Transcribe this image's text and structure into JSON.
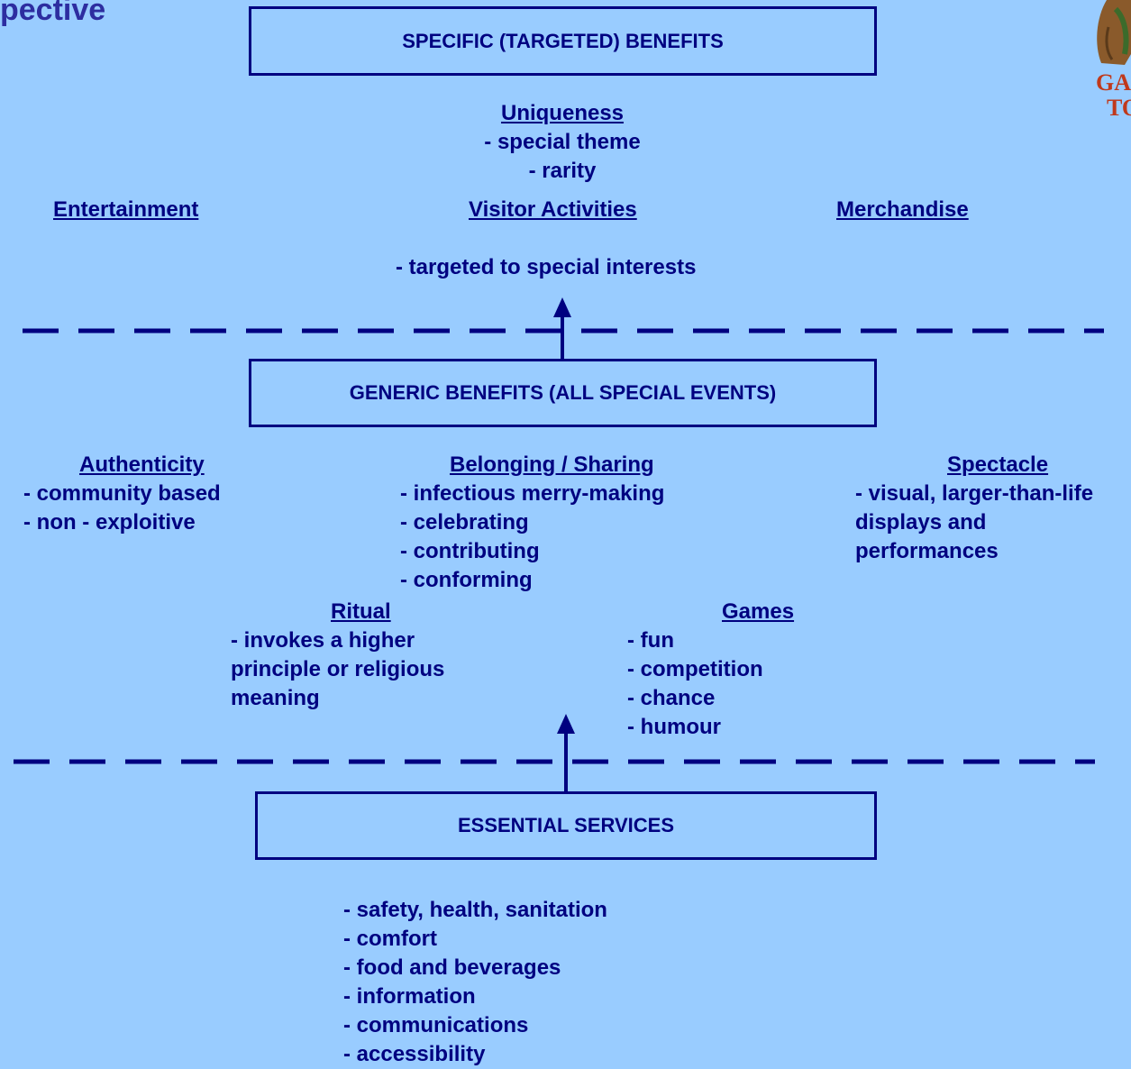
{
  "title_fragment": "pective",
  "logo_text": [
    "GA",
    "TO"
  ],
  "boxes": {
    "specific": "SPECIFIC (TARGETED) BENEFITS",
    "generic": "GENERIC BENEFITS (ALL SPECIAL EVENTS)",
    "essential": "ESSENTIAL SERVICES"
  },
  "specific_section": {
    "uniqueness": {
      "heading": "Uniqueness",
      "items": [
        "- special theme",
        "- rarity"
      ]
    },
    "entertainment": "Entertainment",
    "visitor_activities": "Visitor Activities",
    "merchandise": "Merchandise",
    "targeted": "- targeted to special interests"
  },
  "generic_section": {
    "authenticity": {
      "heading": "Authenticity",
      "items": [
        "- community based",
        "- non - exploitive"
      ]
    },
    "belonging": {
      "heading": "Belonging / Sharing",
      "items": [
        "- infectious merry-making",
        "- celebrating",
        "- contributing",
        "- conforming"
      ]
    },
    "spectacle": {
      "heading": "Spectacle",
      "items": [
        "- visual, larger-than-life",
        "displays and",
        "performances"
      ]
    },
    "ritual": {
      "heading": "Ritual",
      "items": [
        "- invokes a higher",
        "principle or religious",
        "meaning"
      ]
    },
    "games": {
      "heading": "Games",
      "items": [
        "- fun",
        "- competition",
        "- chance",
        "- humour"
      ]
    }
  },
  "essential_section": {
    "items": [
      "- safety, health, sanitation",
      "- comfort",
      "- food and beverages",
      "- information",
      "- communications",
      "- accessibility"
    ]
  }
}
